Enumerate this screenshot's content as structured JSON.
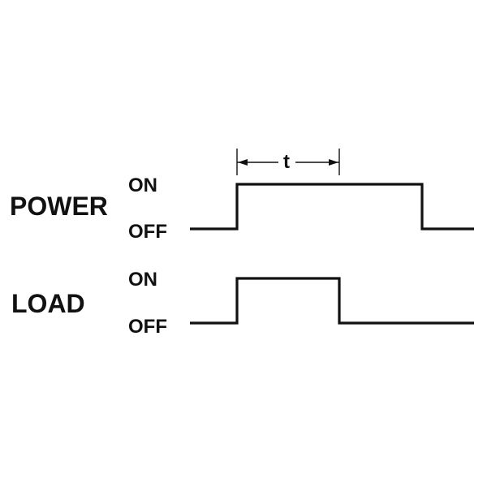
{
  "diagram": {
    "title": "",
    "signals": [
      {
        "name": "POWER",
        "on_label": "ON",
        "off_label": "OFF"
      },
      {
        "name": "LOAD",
        "on_label": "ON",
        "off_label": "OFF"
      }
    ],
    "interval_label": "t",
    "colors": {
      "line": "#111111",
      "background": "#ffffff"
    }
  }
}
